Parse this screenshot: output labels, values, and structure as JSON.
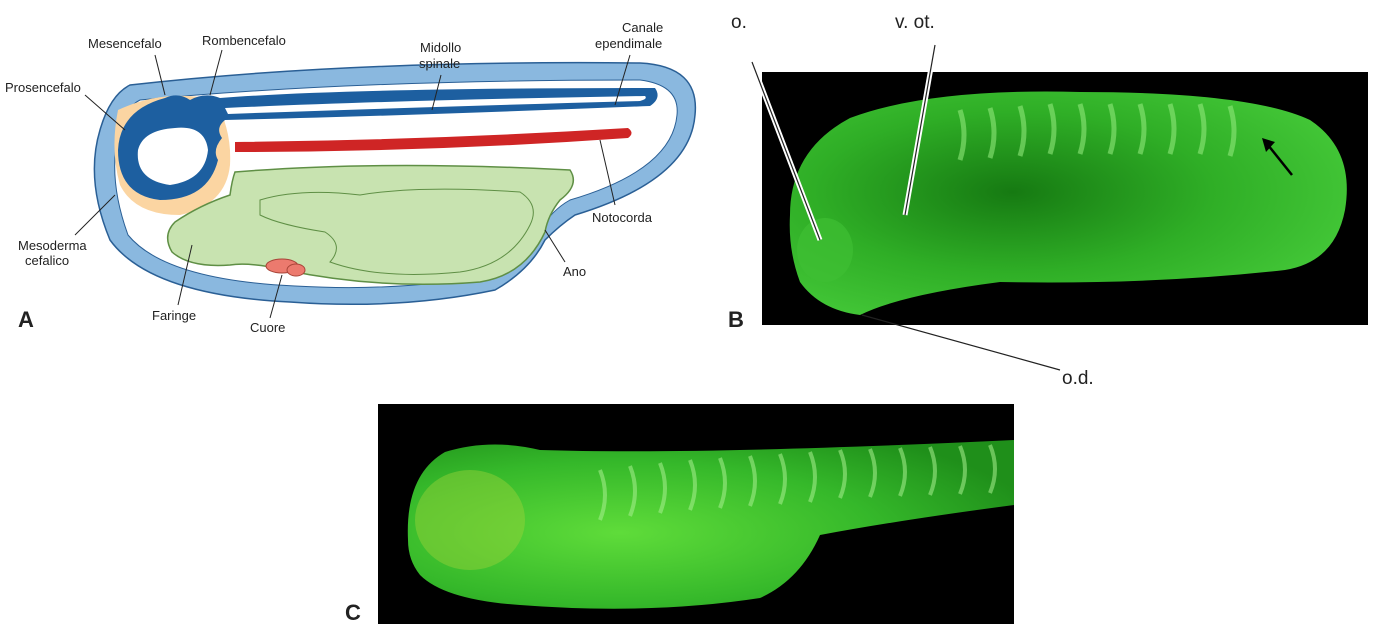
{
  "panel_a": {
    "letter": "A",
    "labels": {
      "mesencefalo": "Mesencefalo",
      "rombencefalo": "Rombencefalo",
      "midollo_1": "Midollo",
      "midollo_2": "spinale",
      "canale_1": "Canale",
      "canale_2": "ependimale",
      "prosencefalo": "Prosencefalo",
      "notocorda": "Notocorda",
      "mesoderma_1": "Mesoderma",
      "mesoderma_2": "cefalico",
      "ano": "Ano",
      "faringe": "Faringe",
      "cuore": "Cuore"
    },
    "colors": {
      "ectoderm": "#8ab8df",
      "neural_tube": "#1d5fa0",
      "notochord": "#cf2525",
      "endoderm": "#c8e3b0",
      "head_mesoderm": "#fbd5a2",
      "heart": "#ec7a6e"
    }
  },
  "panel_b": {
    "letter": "B",
    "labels": {
      "o": "o.",
      "v_ot": "v. ot.",
      "o_d": "o.d."
    }
  },
  "panel_c": {
    "letter": "C"
  }
}
